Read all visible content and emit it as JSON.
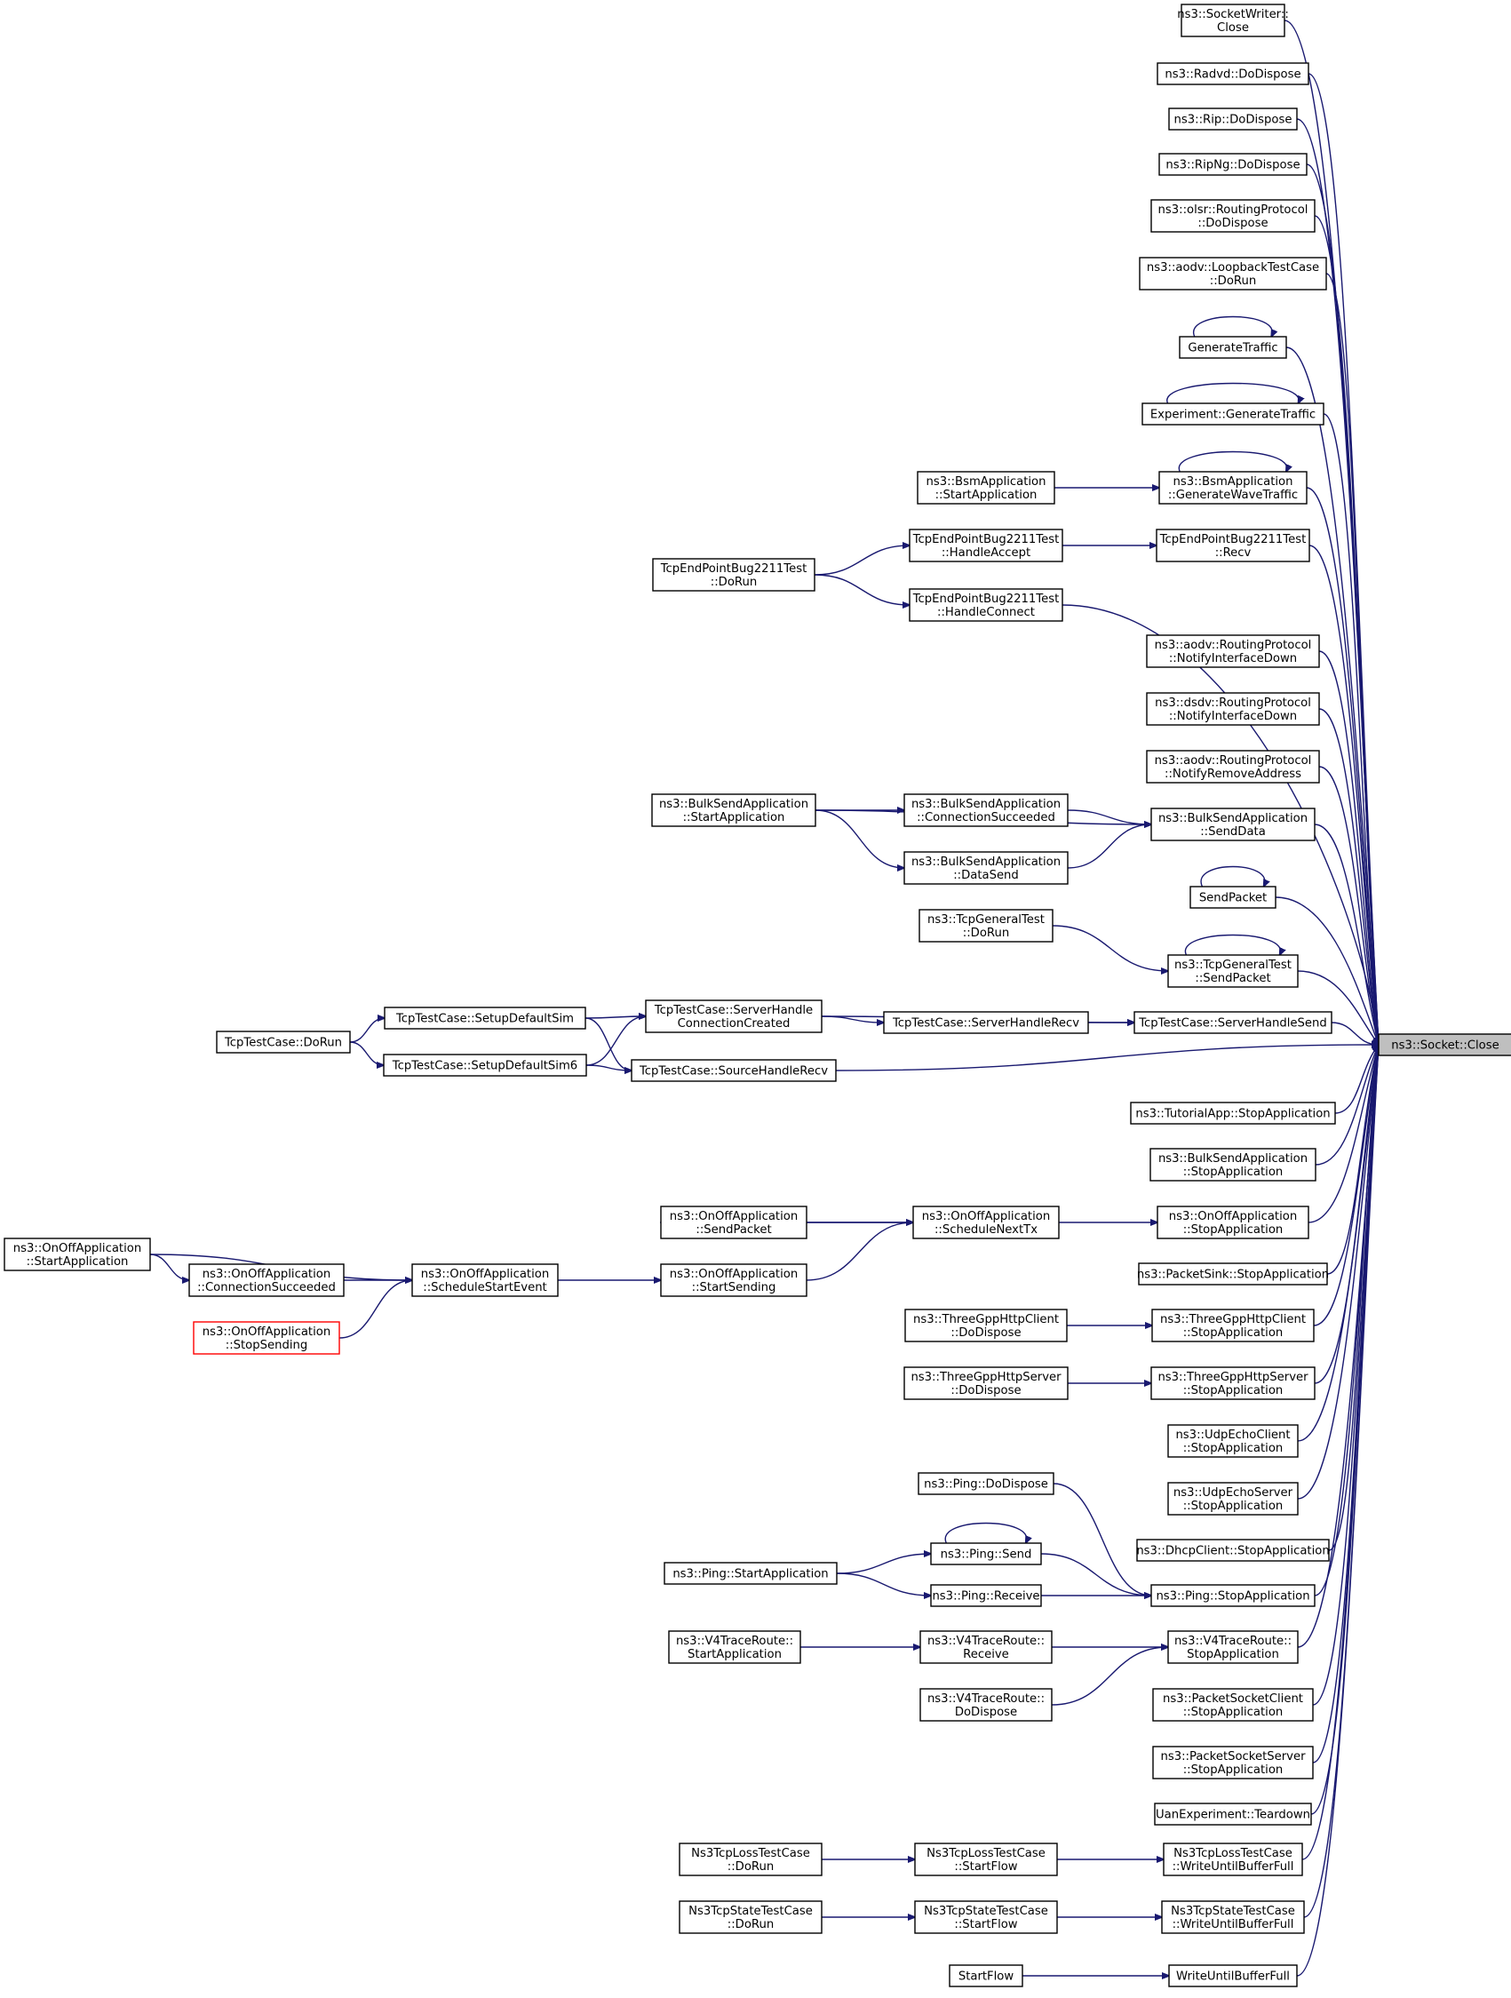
{
  "colors": {
    "edge": "#191970",
    "root_fill": "#bfbfbf",
    "highlight_border": "#ff0000"
  },
  "root": {
    "id": "root",
    "lines": [
      "ns3::Socket::Close"
    ]
  },
  "nodes": [
    {
      "id": "n1",
      "lines": [
        "ns3::SocketWriter::",
        "Close"
      ]
    },
    {
      "id": "n2",
      "lines": [
        "ns3::Radvd::DoDispose"
      ]
    },
    {
      "id": "n3",
      "lines": [
        "ns3::Rip::DoDispose"
      ]
    },
    {
      "id": "n4",
      "lines": [
        "ns3::RipNg::DoDispose"
      ]
    },
    {
      "id": "n5",
      "lines": [
        "ns3::olsr::RoutingProtocol",
        "::DoDispose"
      ]
    },
    {
      "id": "n6",
      "lines": [
        "ns3::aodv::LoopbackTestCase",
        "::DoRun"
      ]
    },
    {
      "id": "n7",
      "lines": [
        "GenerateTraffic"
      ]
    },
    {
      "id": "n8",
      "lines": [
        "Experiment::GenerateTraffic"
      ]
    },
    {
      "id": "n9",
      "lines": [
        "ns3::BsmApplication",
        "::GenerateWaveTraffic"
      ]
    },
    {
      "id": "n10",
      "lines": [
        "ns3::BsmApplication",
        "::StartApplication"
      ]
    },
    {
      "id": "n11",
      "lines": [
        "TcpEndPointBug2211Test",
        "::Recv"
      ]
    },
    {
      "id": "n12",
      "lines": [
        "TcpEndPointBug2211Test",
        "::HandleAccept"
      ]
    },
    {
      "id": "n13",
      "lines": [
        "TcpEndPointBug2211Test",
        "::DoRun"
      ]
    },
    {
      "id": "n14",
      "lines": [
        "TcpEndPointBug2211Test",
        "::HandleConnect"
      ]
    },
    {
      "id": "n15",
      "lines": [
        "ns3::aodv::RoutingProtocol",
        "::NotifyInterfaceDown"
      ]
    },
    {
      "id": "n16",
      "lines": [
        "ns3::dsdv::RoutingProtocol",
        "::NotifyInterfaceDown"
      ]
    },
    {
      "id": "n17",
      "lines": [
        "ns3::aodv::RoutingProtocol",
        "::NotifyRemoveAddress"
      ]
    },
    {
      "id": "n18",
      "lines": [
        "ns3::BulkSendApplication",
        "::SendData"
      ]
    },
    {
      "id": "n19",
      "lines": [
        "ns3::BulkSendApplication",
        "::ConnectionSucceeded"
      ]
    },
    {
      "id": "n20",
      "lines": [
        "ns3::BulkSendApplication",
        "::StartApplication"
      ]
    },
    {
      "id": "n21",
      "lines": [
        "ns3::BulkSendApplication",
        "::DataSend"
      ]
    },
    {
      "id": "n22",
      "lines": [
        "SendPacket"
      ]
    },
    {
      "id": "n23",
      "lines": [
        "ns3::TcpGeneralTest",
        "::SendPacket"
      ]
    },
    {
      "id": "n24",
      "lines": [
        "ns3::TcpGeneralTest",
        "::DoRun"
      ]
    },
    {
      "id": "n25",
      "lines": [
        "TcpTestCase::ServerHandleSend"
      ]
    },
    {
      "id": "n26",
      "lines": [
        "TcpTestCase::ServerHandle",
        "ConnectionCreated"
      ]
    },
    {
      "id": "n27",
      "lines": [
        "TcpTestCase::ServerHandleRecv"
      ]
    },
    {
      "id": "n28",
      "lines": [
        "TcpTestCase::SetupDefaultSim"
      ]
    },
    {
      "id": "n29",
      "lines": [
        "TcpTestCase::DoRun"
      ]
    },
    {
      "id": "n30",
      "lines": [
        "TcpTestCase::SetupDefaultSim6"
      ]
    },
    {
      "id": "n31",
      "lines": [
        "TcpTestCase::SourceHandleRecv"
      ]
    },
    {
      "id": "n32",
      "lines": [
        "ns3::TutorialApp::StopApplication"
      ]
    },
    {
      "id": "n33",
      "lines": [
        "ns3::BulkSendApplication",
        "::StopApplication"
      ]
    },
    {
      "id": "n34",
      "lines": [
        "ns3::OnOffApplication",
        "::StopApplication"
      ]
    },
    {
      "id": "n35",
      "lines": [
        "ns3::OnOffApplication",
        "::ScheduleNextTx"
      ]
    },
    {
      "id": "n36",
      "lines": [
        "ns3::OnOffApplication",
        "::SendPacket"
      ]
    },
    {
      "id": "n37",
      "lines": [
        "ns3::OnOffApplication",
        "::StartSending"
      ]
    },
    {
      "id": "n38",
      "lines": [
        "ns3::OnOffApplication",
        "::ScheduleStartEvent"
      ]
    },
    {
      "id": "n39",
      "lines": [
        "ns3::OnOffApplication",
        "::StartApplication"
      ]
    },
    {
      "id": "n40",
      "lines": [
        "ns3::OnOffApplication",
        "::ConnectionSucceeded"
      ]
    },
    {
      "id": "n41",
      "lines": [
        "ns3::OnOffApplication",
        "::StopSending"
      ],
      "red": true
    },
    {
      "id": "n42",
      "lines": [
        "ns3::PacketSink::StopApplication"
      ]
    },
    {
      "id": "n43",
      "lines": [
        "ns3::ThreeGppHttpClient",
        "::StopApplication"
      ]
    },
    {
      "id": "n44",
      "lines": [
        "ns3::ThreeGppHttpClient",
        "::DoDispose"
      ]
    },
    {
      "id": "n45",
      "lines": [
        "ns3::ThreeGppHttpServer",
        "::StopApplication"
      ]
    },
    {
      "id": "n46",
      "lines": [
        "ns3::ThreeGppHttpServer",
        "::DoDispose"
      ]
    },
    {
      "id": "n47",
      "lines": [
        "ns3::UdpEchoClient",
        "::StopApplication"
      ]
    },
    {
      "id": "n48",
      "lines": [
        "ns3::UdpEchoServer",
        "::StopApplication"
      ]
    },
    {
      "id": "n49",
      "lines": [
        "ns3::DhcpClient::StopApplication"
      ]
    },
    {
      "id": "n50",
      "lines": [
        "ns3::Ping::StopApplication"
      ]
    },
    {
      "id": "n51",
      "lines": [
        "ns3::Ping::DoDispose"
      ]
    },
    {
      "id": "n52",
      "lines": [
        "ns3::Ping::Send"
      ]
    },
    {
      "id": "n53",
      "lines": [
        "ns3::Ping::StartApplication"
      ]
    },
    {
      "id": "n54",
      "lines": [
        "ns3::Ping::Receive"
      ]
    },
    {
      "id": "n55",
      "lines": [
        "ns3::V4TraceRoute::",
        "StopApplication"
      ]
    },
    {
      "id": "n56",
      "lines": [
        "ns3::V4TraceRoute::",
        "Receive"
      ]
    },
    {
      "id": "n57",
      "lines": [
        "ns3::V4TraceRoute::",
        "StartApplication"
      ]
    },
    {
      "id": "n58",
      "lines": [
        "ns3::V4TraceRoute::",
        "DoDispose"
      ]
    },
    {
      "id": "n59",
      "lines": [
        "ns3::PacketSocketClient",
        "::StopApplication"
      ]
    },
    {
      "id": "n60",
      "lines": [
        "ns3::PacketSocketServer",
        "::StopApplication"
      ]
    },
    {
      "id": "n61",
      "lines": [
        "UanExperiment::Teardown"
      ]
    },
    {
      "id": "n62",
      "lines": [
        "Ns3TcpLossTestCase",
        "::WriteUntilBufferFull"
      ]
    },
    {
      "id": "n63",
      "lines": [
        "Ns3TcpLossTestCase",
        "::StartFlow"
      ]
    },
    {
      "id": "n64",
      "lines": [
        "Ns3TcpLossTestCase",
        "::DoRun"
      ]
    },
    {
      "id": "n65",
      "lines": [
        "Ns3TcpStateTestCase",
        "::WriteUntilBufferFull"
      ]
    },
    {
      "id": "n66",
      "lines": [
        "Ns3TcpStateTestCase",
        "::StartFlow"
      ]
    },
    {
      "id": "n67",
      "lines": [
        "Ns3TcpStateTestCase",
        "::DoRun"
      ]
    },
    {
      "id": "n68",
      "lines": [
        "WriteUntilBufferFull"
      ]
    },
    {
      "id": "n69",
      "lines": [
        "StartFlow"
      ]
    }
  ],
  "edges": [
    [
      "n1",
      "root"
    ],
    [
      "n2",
      "root"
    ],
    [
      "n3",
      "root"
    ],
    [
      "n4",
      "root"
    ],
    [
      "n5",
      "root"
    ],
    [
      "n6",
      "root"
    ],
    [
      "n7",
      "root"
    ],
    [
      "n7",
      "n7"
    ],
    [
      "n8",
      "root"
    ],
    [
      "n8",
      "n8"
    ],
    [
      "n9",
      "root"
    ],
    [
      "n9",
      "n9"
    ],
    [
      "n10",
      "n9"
    ],
    [
      "n11",
      "root"
    ],
    [
      "n12",
      "n11"
    ],
    [
      "n13",
      "n12"
    ],
    [
      "n13",
      "n14"
    ],
    [
      "n14",
      "root"
    ],
    [
      "n15",
      "root"
    ],
    [
      "n16",
      "root"
    ],
    [
      "n17",
      "root"
    ],
    [
      "n18",
      "root"
    ],
    [
      "n19",
      "n18"
    ],
    [
      "n20",
      "n18"
    ],
    [
      "n20",
      "n19"
    ],
    [
      "n20",
      "n21"
    ],
    [
      "n21",
      "n18"
    ],
    [
      "n22",
      "root"
    ],
    [
      "n22",
      "n22"
    ],
    [
      "n23",
      "root"
    ],
    [
      "n23",
      "n23"
    ],
    [
      "n24",
      "n23"
    ],
    [
      "n25",
      "root"
    ],
    [
      "n26",
      "n25"
    ],
    [
      "n26",
      "n27"
    ],
    [
      "n27",
      "n25"
    ],
    [
      "n28",
      "n26"
    ],
    [
      "n28",
      "n31"
    ],
    [
      "n29",
      "n28"
    ],
    [
      "n29",
      "n30"
    ],
    [
      "n30",
      "n26"
    ],
    [
      "n30",
      "n31"
    ],
    [
      "n31",
      "root"
    ],
    [
      "n32",
      "root"
    ],
    [
      "n33",
      "root"
    ],
    [
      "n34",
      "root"
    ],
    [
      "n35",
      "n34"
    ],
    [
      "n35",
      "n36"
    ],
    [
      "n36",
      "n35"
    ],
    [
      "n37",
      "n35"
    ],
    [
      "n38",
      "n37"
    ],
    [
      "n39",
      "n38"
    ],
    [
      "n39",
      "n40"
    ],
    [
      "n40",
      "n38"
    ],
    [
      "n41",
      "n38"
    ],
    [
      "n42",
      "root"
    ],
    [
      "n43",
      "root"
    ],
    [
      "n44",
      "n43"
    ],
    [
      "n45",
      "root"
    ],
    [
      "n46",
      "n45"
    ],
    [
      "n47",
      "root"
    ],
    [
      "n48",
      "root"
    ],
    [
      "n49",
      "root"
    ],
    [
      "n50",
      "root"
    ],
    [
      "n51",
      "n50"
    ],
    [
      "n52",
      "n50"
    ],
    [
      "n52",
      "n52"
    ],
    [
      "n53",
      "n52"
    ],
    [
      "n53",
      "n54"
    ],
    [
      "n54",
      "n50"
    ],
    [
      "n55",
      "root"
    ],
    [
      "n56",
      "n55"
    ],
    [
      "n57",
      "n56"
    ],
    [
      "n58",
      "n55"
    ],
    [
      "n59",
      "root"
    ],
    [
      "n60",
      "root"
    ],
    [
      "n61",
      "root"
    ],
    [
      "n62",
      "root"
    ],
    [
      "n63",
      "n62"
    ],
    [
      "n64",
      "n63"
    ],
    [
      "n65",
      "root"
    ],
    [
      "n66",
      "n65"
    ],
    [
      "n67",
      "n66"
    ],
    [
      "n68",
      "root"
    ],
    [
      "n69",
      "n68"
    ]
  ]
}
